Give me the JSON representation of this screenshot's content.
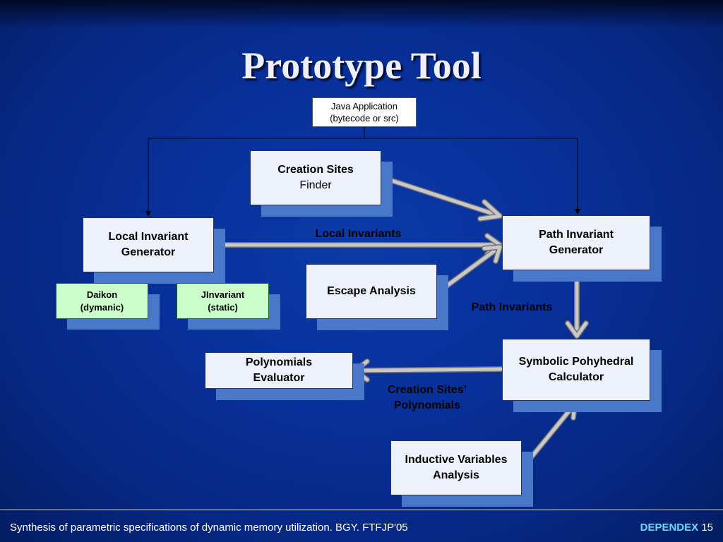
{
  "title": "Prototype Tool",
  "boxes": {
    "java_app": {
      "line1": "Java Application",
      "line2": "(bytecode or src)"
    },
    "creation_sites": {
      "line1": "Creation Sites",
      "line2": "Finder"
    },
    "local_invariant": {
      "line1": "Local Invariant",
      "line2": "Generator"
    },
    "path_invariant": {
      "line1": "Path Invariant",
      "line2": "Generator"
    },
    "daikon": {
      "line1": "Daikon",
      "line2": "(dymanic)"
    },
    "jinvariant": {
      "line1": "JInvariant",
      "line2": "(static)"
    },
    "escape": {
      "line1": "Escape Analysis"
    },
    "polynomials": {
      "line1": "Polynomials",
      "line2": "Evaluator"
    },
    "symbolic": {
      "line1": "Symbolic Pohyhedral",
      "line2": "Calculator"
    },
    "inductive": {
      "line1": "Inductive Variables",
      "line2": "Analysis"
    }
  },
  "labels": {
    "local_invariants": "Local Invariants",
    "path_invariants": "Path Invariants",
    "creation_sites_poly_1": "Creation Sites’",
    "creation_sites_poly_2": "Polynomials"
  },
  "footer": {
    "text": "Synthesis of parametric specifications of dynamic memory utilization. BGY. FTFJP'05",
    "brand": "DEPENDEX",
    "page": "15"
  },
  "colors": {
    "background": "#08309a",
    "box_fill": "#edf1fb",
    "box_shadow": "#4a78c8",
    "green_box": "#ccfecc",
    "label_text": "#000000",
    "brand": "#6fd8ff"
  }
}
